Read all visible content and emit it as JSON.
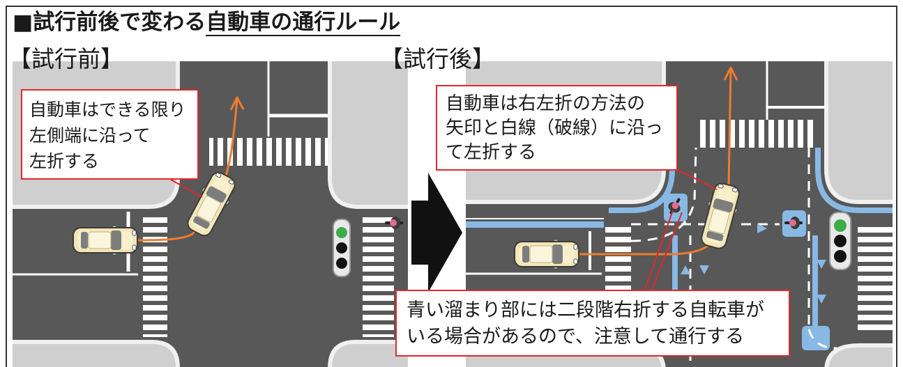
{
  "title": {
    "prefix": "■試行前後で変わる",
    "underlined": "自動車の通行ルール"
  },
  "panels": {
    "before": {
      "label": "【試行前】",
      "callout": [
        "自動車はできる限り",
        "左側端に沿って",
        "左折する"
      ]
    },
    "after": {
      "label": "【試行後】",
      "callout_turn": [
        "自動車は右左折の方法の",
        "矢印と白線（破線）に沿っ",
        "て左折する"
      ],
      "callout_bicycle": [
        "青い溜まり部には二段階右折する自転車が",
        "いる場合があるので、注意して通行する"
      ]
    }
  },
  "colors": {
    "road": "#585858",
    "sidewalk": "#cfcfcf",
    "curb": "#f0f0f0",
    "bike_lane": "#88b9e4",
    "route_arrow": "#ef7b2e",
    "callout_border": "#e2262c",
    "signal_green": "#3cad4a",
    "signal_off": "#121212",
    "car_body": "#f2e6b6",
    "transition_arrow": "#111111"
  }
}
